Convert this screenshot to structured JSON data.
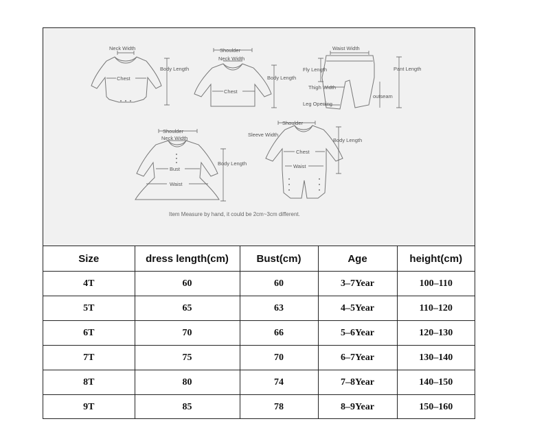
{
  "diagram": {
    "labels": {
      "neck_width": "Neck Width",
      "chest": "Chest",
      "body_length": "Body Length",
      "shoulder": "Shoulder",
      "waist_width": "Waist Width",
      "fly_length": "Fly Length",
      "pant_length": "Pant Length",
      "thigh_width": "Thigh Width",
      "leg_opening": "Leg Opening",
      "outseam": "outseam",
      "bust": "Bust",
      "waist": "Waist",
      "sleeve_width": "Sleeve Width"
    },
    "note": "Item Measure by hand, it could be 2cm~3cm different."
  },
  "table": {
    "headers": [
      "Size",
      "dress length(cm)",
      "Bust(cm)",
      "Age",
      "height(cm)"
    ],
    "rows": [
      [
        "4T",
        "60",
        "60",
        "3–7Year",
        "100–110"
      ],
      [
        "5T",
        "65",
        "63",
        "4–5Year",
        "110–120"
      ],
      [
        "6T",
        "70",
        "66",
        "5–6Year",
        "120–130"
      ],
      [
        "7T",
        "75",
        "70",
        "6–7Year",
        "130–140"
      ],
      [
        "8T",
        "80",
        "74",
        "7–8Year",
        "140–150"
      ],
      [
        "9T",
        "85",
        "78",
        "8–9Year",
        "150–160"
      ]
    ]
  }
}
